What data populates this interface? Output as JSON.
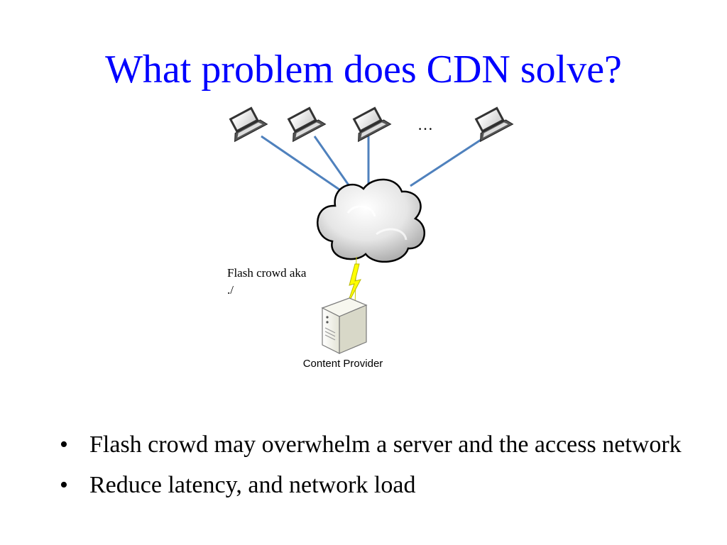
{
  "slide": {
    "title": "What problem does CDN solve?",
    "bullets": [
      "Flash crowd may overwhelm a server and the access network",
      "Reduce latency, and network load"
    ]
  },
  "diagram": {
    "ellipsis": "…",
    "annotation_line1": "Flash crowd aka",
    "annotation_line2": "./",
    "server_caption": "Content Provider",
    "colors": {
      "link": "#4F81BD",
      "cloud": "#D9D9D9",
      "lightning": "#FFFF00",
      "server": "#F2F2E6"
    },
    "icons": [
      "laptop-icon",
      "cloud-icon",
      "lightning-icon",
      "server-icon"
    ]
  }
}
